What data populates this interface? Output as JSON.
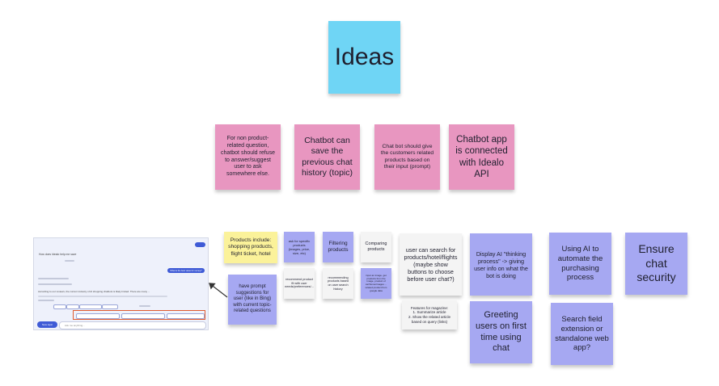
{
  "title": "Ideas",
  "row1": [
    {
      "id": "refuse",
      "text": "For non product-related question, chatbot should refuse to answer/suggest user to ask somewhere else."
    },
    {
      "id": "history",
      "text": "Chatbot can save the previous chat history (topic)"
    },
    {
      "id": "related",
      "text": "Chat bot should give the customers related products based on their input (prompt)"
    },
    {
      "id": "idealo",
      "text": "Chatbot app is connected with Idealo API"
    }
  ],
  "row2": {
    "products_include": "Products include: shopping products, flight ticket, hotel",
    "prompt_suggestions": "have prompt suggestions for user (like in Bing) with current topic-related questions",
    "ask_specific": "ask for specific products (images, price, size, etc)",
    "recommend_fit": "recommend product fit with user needs/preferences/...",
    "filtering": "Filtering products",
    "recommending": "recommending products based on user search history",
    "comparing": "Comparing products",
    "image_search": "input an image, get products from the image, product of car/home/images ... related product from google data",
    "search_hotel": "user can search for products/hotel/flights (maybe show buttons to choose before user chat?)",
    "magazine": "Features for magazine:\n1. Summarize article\n2. Show the related article based on query (links)",
    "thinking": "Display AI \"thinking process\" -> giving user info on what the bot is doing",
    "greeting": "Greeting users on first time using chat",
    "automate": "Using AI to automate the purchasing process",
    "extension": "Search field extension or standalone web app?",
    "security": "Ensure chat security"
  },
  "screenshot": {
    "user_msg": "How does Idealo help me save",
    "reply_btn": "What is the best value for money?",
    "answer_text": "According to our reviews, the current industry of AI shopping chatbots is likely limited. There are many ...",
    "new_topic": "New topic",
    "input_placeholder": "Ask me anything..."
  }
}
